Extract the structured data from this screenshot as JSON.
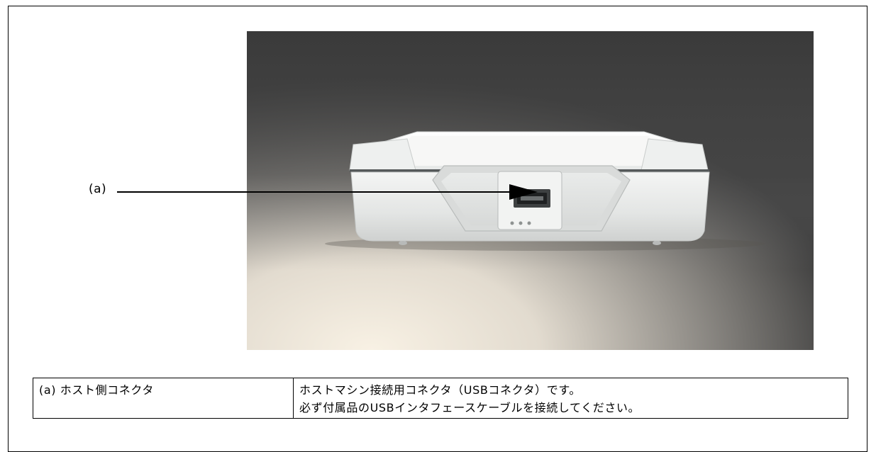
{
  "figure": {
    "callout_label": "(a)",
    "colors": {
      "background_dark": "#3a3a3a",
      "background_light": "#f6efe3",
      "device_body": "#eceeed"
    }
  },
  "table": {
    "rows": [
      {
        "term": "(a) ホスト側コネクタ",
        "description": [
          "ホストマシン接続用コネクタ（USBコネクタ）です。",
          "必ず付属品のUSBインタフェースケーブルを接続してください。"
        ]
      }
    ]
  }
}
